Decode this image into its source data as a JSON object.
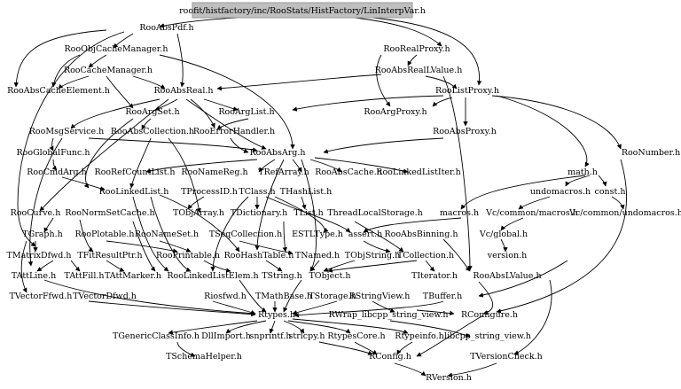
{
  "root": "roofit/histfactory/inc/RooStats/HistFactory/LinInterpVar.h",
  "colors": {
    "root_fill": "#bfbfbf",
    "edge": "#000000",
    "text": "#000000",
    "background": "#ffffff"
  },
  "nodes": {
    "RooAbsPdf": "RooAbsPdf.h",
    "RooObjCacheManager": "RooObjCacheManager.h",
    "RooCacheManager": "RooCacheManager.h",
    "RooAbsCacheElement": "RooAbsCacheElement.h",
    "RooAbsReal": "RooAbsReal.h",
    "RooRealProxy": "RooRealProxy.h",
    "RooAbsRealLValue": "RooAbsRealLValue.h",
    "RooListProxy": "RooListProxy.h",
    "RooArgSet": "RooArgSet.h",
    "RooArgList": "RooArgList.h",
    "RooArgProxy": "RooArgProxy.h",
    "RooMsgService": "RooMsgService.h",
    "RooAbsCollection": "RooAbsCollection.h",
    "RooErrorHandler": "RooErrorHandler.h",
    "RooAbsProxy": "RooAbsProxy.h",
    "RooGlobalFunc": "RooGlobalFunc.h",
    "RooAbsArg": "RooAbsArg.h",
    "RooNumber": "RooNumber.h",
    "RooCmdArg": "RooCmdArg.h",
    "RooRefCountList": "RooRefCountList.h",
    "RooNameReg": "RooNameReg.h",
    "TRefArray": "TRefArray.h",
    "RooAbsCache": "RooAbsCache.h",
    "RooLinkedListIter": "RooLinkedListIter.h",
    "math": "math.h",
    "RooLinkedList": "RooLinkedList.h",
    "TProcessID": "TProcessID.h",
    "TClass": "TClass.h",
    "THashList": "THashList.h",
    "undomacros": "undomacros.h",
    "const": "const.h",
    "RooCurve": "RooCurve.h",
    "RooNormSetCache": "RooNormSetCache.h",
    "TObjArray": "TObjArray.h",
    "TDictionary": "TDictionary.h",
    "TList": "TList.h",
    "ThreadLocalStorage": "ThreadLocalStorage.h",
    "macros": "macros.h",
    "VcCommonMacros": "Vc/common/macros.h",
    "VcCommonUndomacros": "Vc/common/undomacros.h",
    "TGraph": "TGraph.h",
    "RooPlotable": "RooPlotable.h",
    "RooNameSet": "RooNameSet.h",
    "TSeqCollection": "TSeqCollection.h",
    "ESTLType": "ESTLType.h",
    "assert": "assert.h",
    "RooAbsBinning": "RooAbsBinning.h",
    "VcGlobal": "Vc/global.h",
    "TMatrixDfwd": "TMatrixDfwd.h",
    "TFitResultPtr": "TFitResultPtr.h",
    "RooPrintable": "RooPrintable.h",
    "RooHashTable": "RooHashTable.h",
    "TNamed": "TNamed.h",
    "TObjString": "TObjString.h",
    "TCollection": "TCollection.h",
    "version": "version.h",
    "TAttLine": "TAttLine.h",
    "TAttFill": "TAttFill.h",
    "TAttMarker": "TAttMarker.h",
    "RooLinkedListElem": "RooLinkedListElem.h",
    "TString": "TString.h",
    "TObject": "TObject.h",
    "TIterator": "TIterator.h",
    "RooAbsLValue": "RooAbsLValue.h",
    "TVectorFfwd": "TVectorFfwd.h",
    "TVectorDfwd": "TVectorDfwd.h",
    "Riosfwd": "Riosfwd.h",
    "TMathBase": "TMathBase.h",
    "TStorage": "TStorage.h",
    "RStringView": "RStringView.h",
    "TBuffer": "TBuffer.h",
    "Rtypes": "Rtypes.h",
    "RWrap": "RWrap_libcpp_string_view.h",
    "RConfigure": "RConfigure.h",
    "TGenericClassInfo": "TGenericClassInfo.h",
    "DllImport": "DllImport.h",
    "snprintf": "snprintf.h",
    "strlcpy": "strlcpy.h",
    "RtypesCore": "RtypesCore.h",
    "Rtypeinfo": "Rtypeinfo.h",
    "libcpp_string_view": "libcpp_string_view.h",
    "TSchemaHelper": "TSchemaHelper.h",
    "RConfig": "RConfig.h",
    "TVersionCheck": "TVersionCheck.h",
    "RVersion": "RVersion.h"
  }
}
